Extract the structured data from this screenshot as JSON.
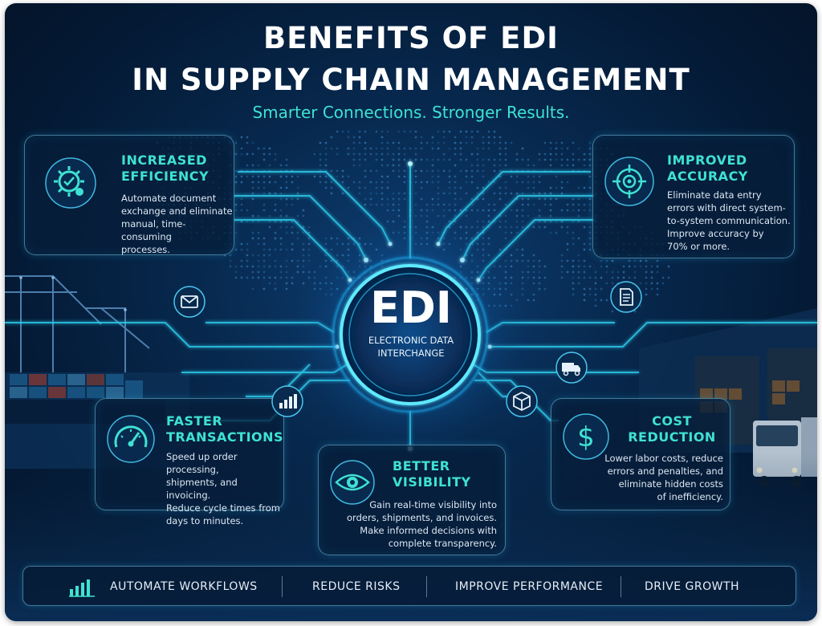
{
  "title_line1": "BENEFITS OF EDI",
  "title_line2": "IN SUPPLY CHAIN MANAGEMENT",
  "subtitle": "Smarter Connections. Stronger Results.",
  "hub": {
    "main": "EDI",
    "sub_line1": "ELECTRONIC DATA",
    "sub_line2": "INTERCHANGE"
  },
  "cards": {
    "efficiency": {
      "title1": "INCREASED",
      "title2": "EFFICIENCY",
      "lines": [
        "Automate document",
        "exchange and eliminate",
        "manual, time-consuming",
        "processes."
      ],
      "icon": "gear-check-icon"
    },
    "accuracy": {
      "title1": "IMPROVED",
      "title2": "ACCURACY",
      "lines": [
        "Eliminate data entry",
        "errors with direct system-",
        "to-system communication.",
        "Improve accuracy by",
        "70% or more."
      ],
      "icon": "target-icon"
    },
    "transactions": {
      "title1": "FASTER",
      "title2": "TRANSACTIONS",
      "lines": [
        "Speed up order processing,",
        "shipments, and invoicing.",
        "Reduce cycle times from",
        "days to minutes."
      ],
      "icon": "speedometer-icon"
    },
    "visibility": {
      "title1": "BETTER",
      "title2": "VISIBILITY",
      "lines": [
        "Gain real-time visibility into",
        "orders, shipments, and invoices.",
        "Make informed decisions with",
        "complete transparency."
      ],
      "icon": "eye-icon"
    },
    "cost": {
      "title1": "COST",
      "title2": "REDUCTION",
      "lines": [
        "Lower labor costs, reduce",
        "errors and penalties, and",
        "eliminate hidden costs",
        "of inefficiency."
      ],
      "icon": "dollar-icon"
    }
  },
  "bottom_bar": {
    "items": [
      "AUTOMATE WORKFLOWS",
      "REDUCE RISKS",
      "IMPROVE PERFORMANCE",
      "DRIVE GROWTH"
    ],
    "icon": "bar-chart-icon"
  },
  "colors": {
    "accent": "#3fe1d3",
    "glow": "#27c7f0",
    "background": "#06284d"
  }
}
